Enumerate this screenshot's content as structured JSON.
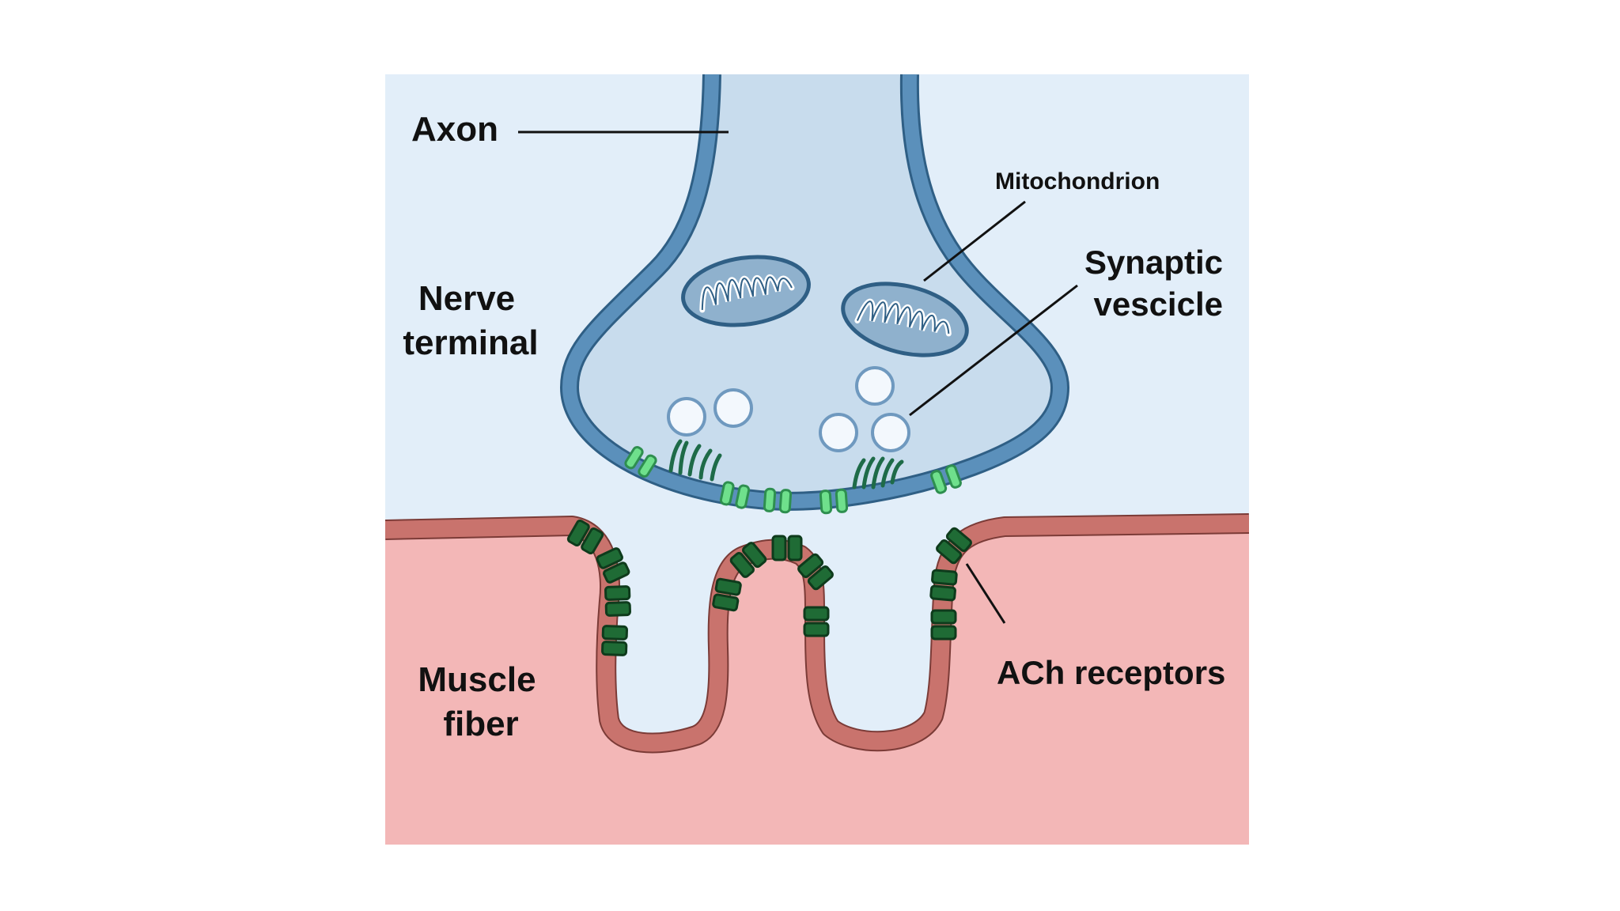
{
  "labels": {
    "axon": "Axon",
    "nerve_terminal_line1": "Nerve",
    "nerve_terminal_line2": "terminal",
    "mitochondrion": "Mitochondrion",
    "synaptic_vesicle_line1": "Synaptic",
    "synaptic_vesicle_line2": "vescicle",
    "muscle_fiber_line1": "Muscle",
    "muscle_fiber_line2": "fiber",
    "ach_receptors": "ACh receptors"
  },
  "colors": {
    "background": "#ffffff",
    "extracellular_fluid": "#e2eef9",
    "axon_cytoplasm": "#c8dced",
    "axon_membrane": "#5b90bb",
    "axon_membrane_outline": "#2f5f85",
    "muscle_fill": "#f3b7b7",
    "muscle_membrane": "#c9736d",
    "muscle_membrane_outline": "#7b3b37",
    "channel": "#6fe08c",
    "channel_outline": "#2e8f4f",
    "receptor": "#1f6b35",
    "receptor_outline": "#0e3b1c",
    "ach_release": "#1e6b48",
    "vesicle_fill": "#f3f8fd",
    "vesicle_stroke": "#6f99bf",
    "leader_line": "#111111"
  }
}
